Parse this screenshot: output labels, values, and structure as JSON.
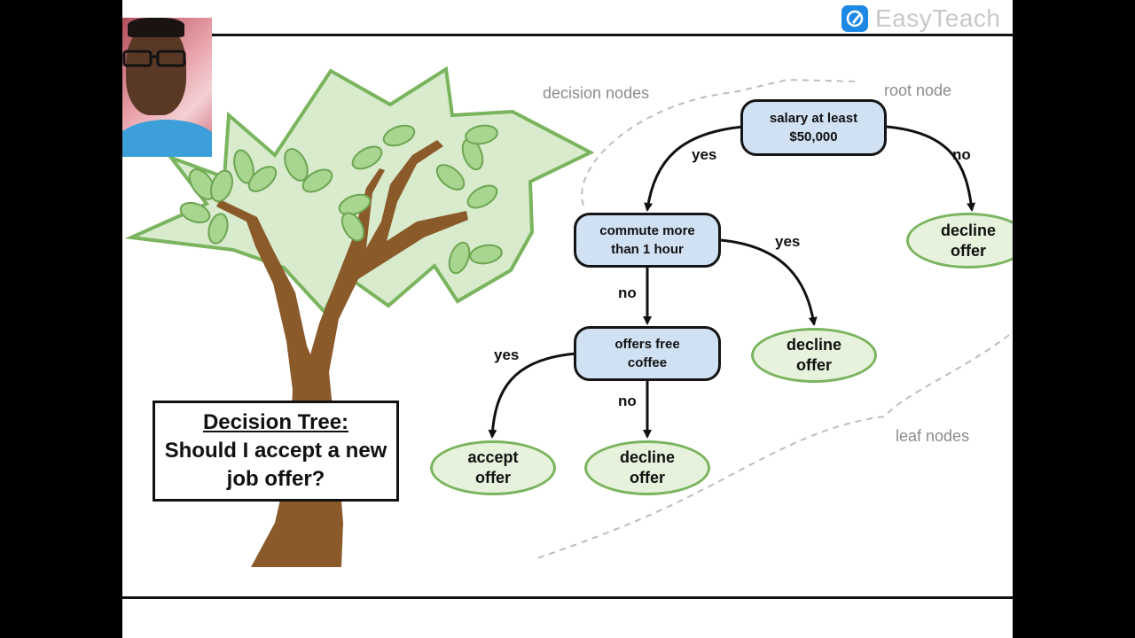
{
  "brand": {
    "name": "EasyTeach",
    "accent": "#1e88e5"
  },
  "title_box": {
    "line1": "Decision Tree:",
    "line2": "Should I accept a new",
    "line3": "job offer?"
  },
  "annotations": {
    "decision_nodes": "decision nodes",
    "root_node": "root node",
    "leaf_nodes": "leaf nodes"
  },
  "nodes": {
    "root": {
      "line1": "salary at least",
      "line2": "$50,000"
    },
    "commute": {
      "line1": "commute more",
      "line2": "than 1 hour"
    },
    "coffee": {
      "line1": "offers free",
      "line2": "coffee"
    }
  },
  "leaves": {
    "decline_top": {
      "line1": "decline",
      "line2": "offer"
    },
    "decline_mid": {
      "line1": "decline",
      "line2": "offer"
    },
    "accept": {
      "line1": "accept",
      "line2": "offer"
    },
    "decline_bottom": {
      "line1": "decline",
      "line2": "offer"
    }
  },
  "edges": {
    "root_yes": "yes",
    "root_no": "no",
    "commute_yes": "yes",
    "commute_no": "no",
    "coffee_yes": "yes",
    "coffee_no": "no"
  },
  "colors": {
    "decision_fill": "#cfe1f3",
    "leaf_fill": "#e6f2dc",
    "leaf_border": "#7ab45e",
    "tree_trunk": "#8b5a2b",
    "tree_canopy": "#d8eccd"
  },
  "webcam": {
    "icon": "presenter-webcam"
  }
}
